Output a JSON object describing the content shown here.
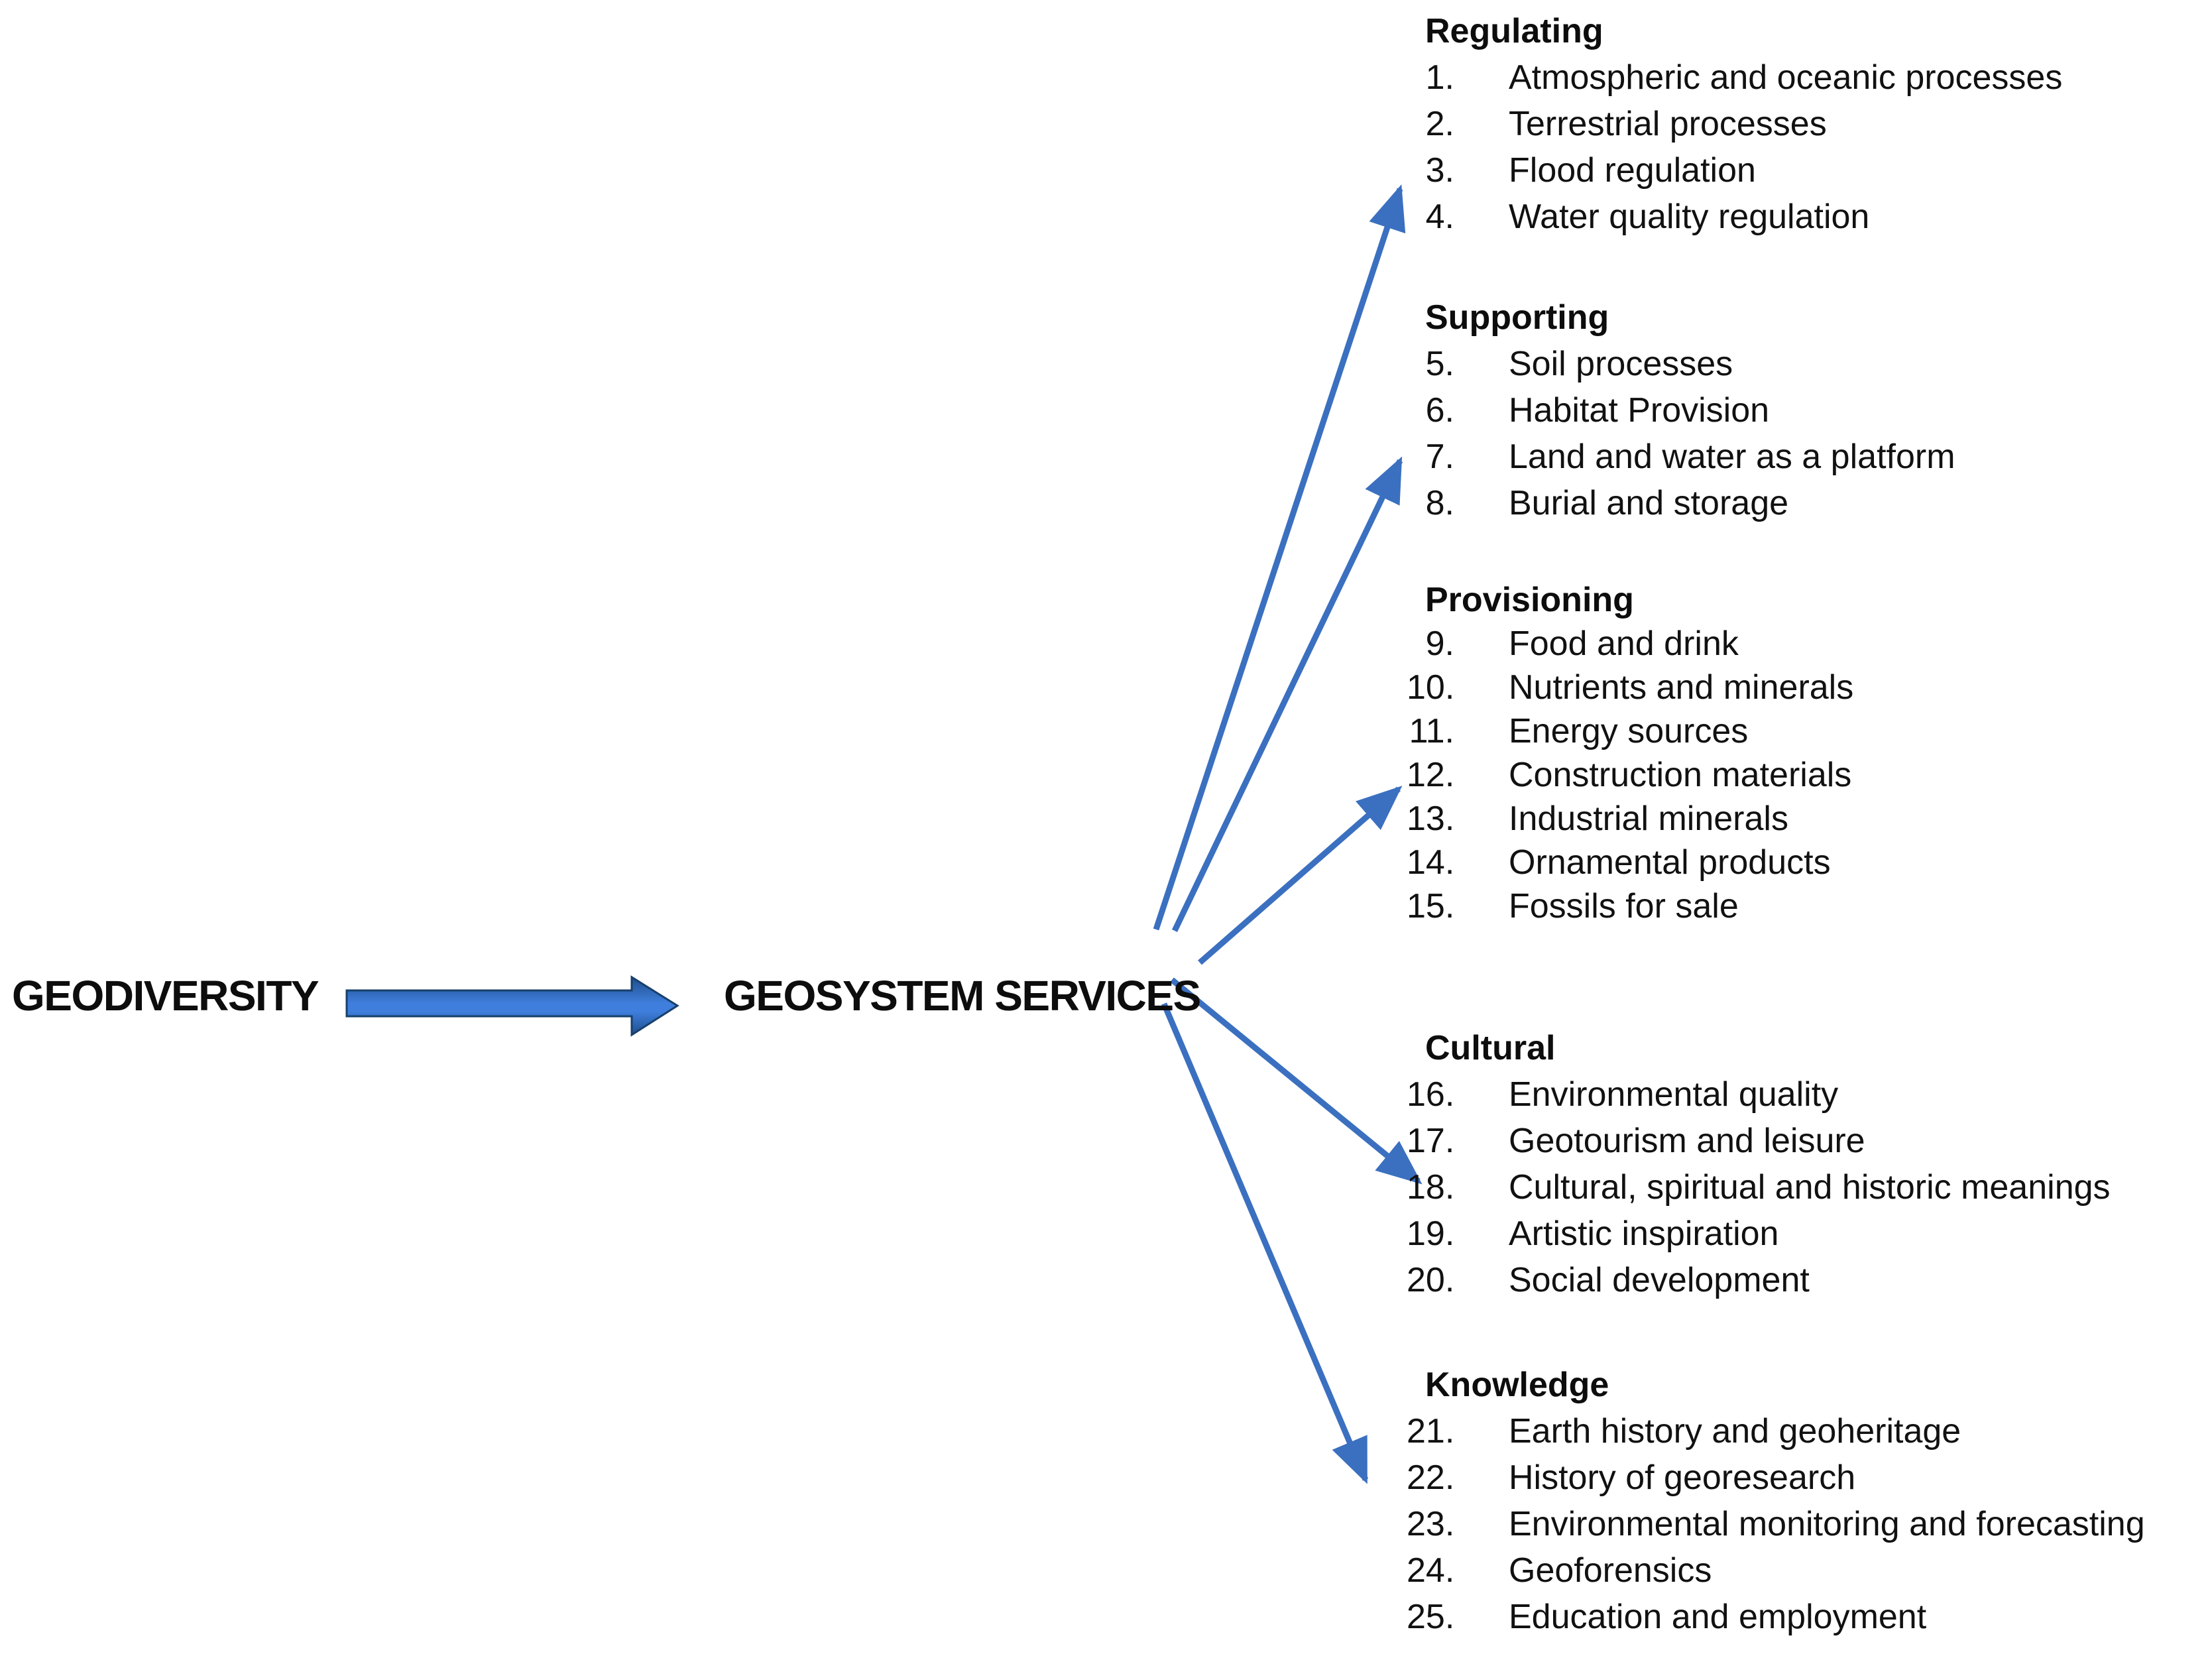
{
  "diagram": {
    "source_label": "GEODIVERSITY",
    "target_label": "GEOSYSTEM SERVICES"
  },
  "colors": {
    "thin_arrow_blue": "#3B70C0",
    "block_arrow_center": "#3F7EDC",
    "block_arrow_edge": "#1E4E8C",
    "block_arrow_outline": "#17406B",
    "text": "#111111"
  },
  "categories": [
    {
      "name": "Regulating",
      "items": [
        {
          "num": "1.",
          "label": "Atmospheric and oceanic processes"
        },
        {
          "num": "2.",
          "label": "Terrestrial processes"
        },
        {
          "num": "3.",
          "label": "Flood regulation"
        },
        {
          "num": "4.",
          "label": "Water quality regulation"
        }
      ]
    },
    {
      "name": "Supporting",
      "items": [
        {
          "num": "5.",
          "label": "Soil processes"
        },
        {
          "num": "6.",
          "label": "Habitat Provision"
        },
        {
          "num": "7.",
          "label": "Land and water as a platform"
        },
        {
          "num": "8.",
          "label": "Burial and storage"
        }
      ]
    },
    {
      "name": "Provisioning",
      "items": [
        {
          "num": "9.",
          "label": "Food and drink"
        },
        {
          "num": "10.",
          "label": "Nutrients and minerals"
        },
        {
          "num": "11.",
          "label": "Energy sources"
        },
        {
          "num": "12.",
          "label": "Construction materials"
        },
        {
          "num": "13.",
          "label": "Industrial minerals"
        },
        {
          "num": "14.",
          "label": "Ornamental products"
        },
        {
          "num": "15.",
          "label": "Fossils for sale"
        }
      ]
    },
    {
      "name": "Cultural",
      "items": [
        {
          "num": "16.",
          "label": "Environmental quality"
        },
        {
          "num": "17.",
          "label": "Geotourism and leisure"
        },
        {
          "num": "18.",
          "label": "Cultural, spiritual and historic meanings"
        },
        {
          "num": "19.",
          "label": "Artistic inspiration"
        },
        {
          "num": "20.",
          "label": "Social development"
        }
      ]
    },
    {
      "name": "Knowledge",
      "items": [
        {
          "num": "21.",
          "label": "Earth history and geoheritage"
        },
        {
          "num": "22.",
          "label": "History of georesearch"
        },
        {
          "num": "23.",
          "label": "Environmental monitoring and forecasting"
        },
        {
          "num": "24.",
          "label": "Geoforensics"
        },
        {
          "num": "25.",
          "label": "Education and employment"
        }
      ]
    }
  ]
}
